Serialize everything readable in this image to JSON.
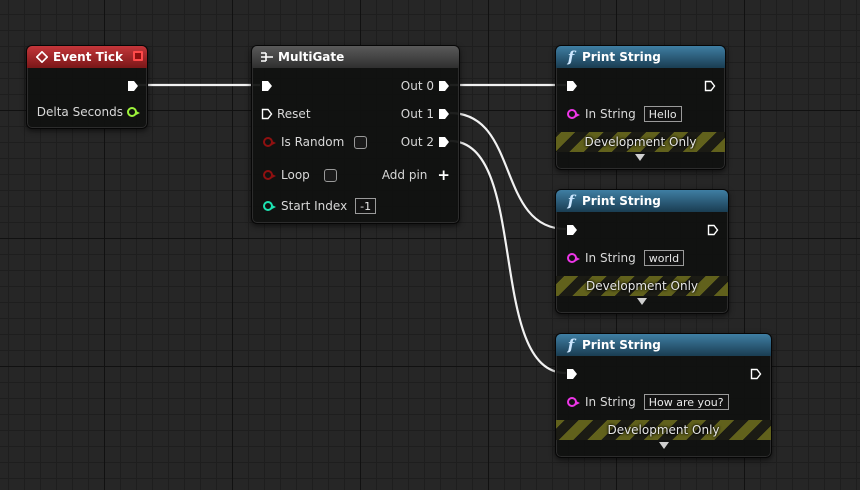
{
  "event_tick": {
    "title": "Event Tick",
    "delta_label": "Delta Seconds"
  },
  "multigate": {
    "title": "MultiGate",
    "reset_label": "Reset",
    "is_random_label": "Is Random",
    "loop_label": "Loop",
    "start_index_label": "Start Index",
    "start_index_value": "-1",
    "out0_label": "Out 0",
    "out1_label": "Out 1",
    "out2_label": "Out 2",
    "add_pin_label": "Add pin"
  },
  "print_nodes": [
    {
      "title": "Print String",
      "in_string_label": "In String",
      "in_string_value": "Hello",
      "dev_label": "Development Only"
    },
    {
      "title": "Print String",
      "in_string_label": "In String",
      "in_string_value": "world",
      "dev_label": "Development Only"
    },
    {
      "title": "Print String",
      "in_string_label": "In String",
      "in_string_value": "How are you?",
      "dev_label": "Development Only"
    }
  ],
  "icons": {
    "event": "event-diamond-icon",
    "macro": "macro-icon",
    "function": "function-f-icon"
  },
  "colors": {
    "event_header": "#c4363a",
    "function_header": "#3f7ea3",
    "macro_header": "#4a4a4a",
    "float_pin": "#9cf23a",
    "bool_pin": "#8f1010",
    "int_pin": "#1de3b2",
    "string_pin": "#ee36e8",
    "exec_wire": "#ffffff"
  }
}
